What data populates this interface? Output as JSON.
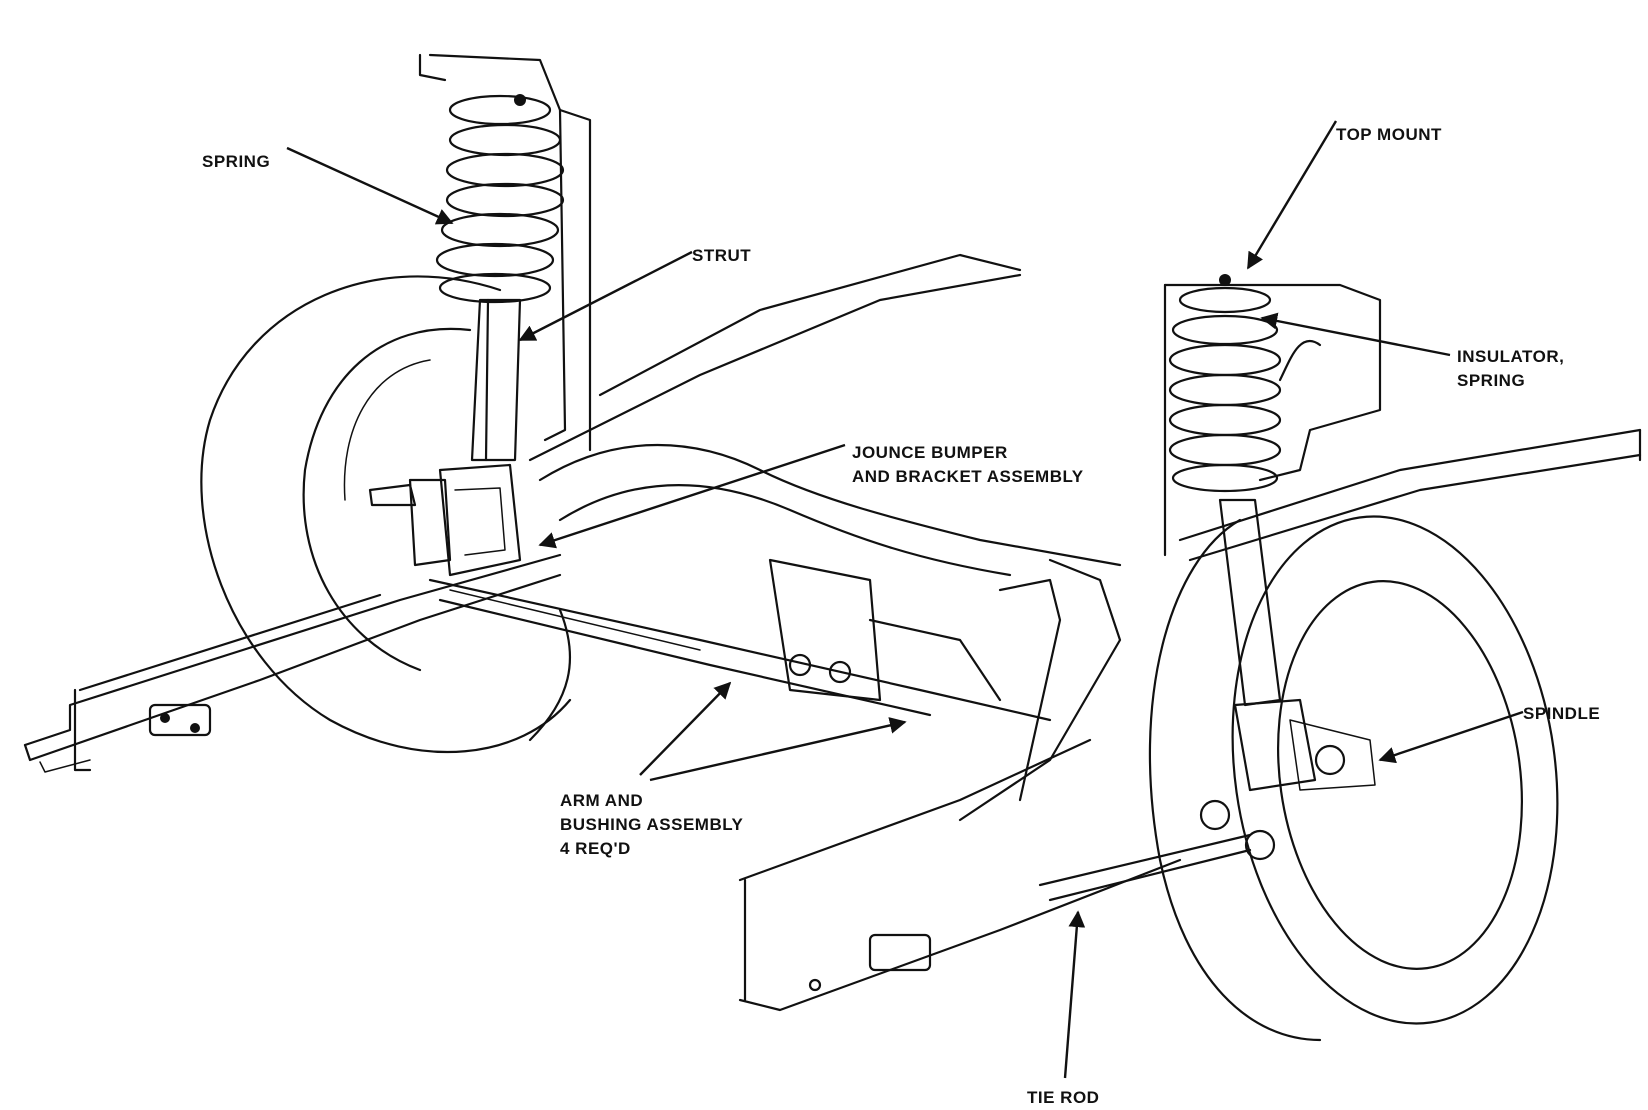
{
  "labels": {
    "spring": "SPRING",
    "strut": "STRUT",
    "top_mount": "TOP MOUNT",
    "insulator_line1": "INSULATOR,",
    "insulator_line2": "SPRING",
    "jounce_line1": "JOUNCE BUMPER",
    "jounce_line2": "AND BRACKET ASSEMBLY",
    "spindle": "SPINDLE",
    "arm_line1": "ARM AND",
    "arm_line2": "BUSHING ASSEMBLY",
    "arm_line3": "4 REQ'D",
    "tie_rod": "TIE ROD"
  }
}
